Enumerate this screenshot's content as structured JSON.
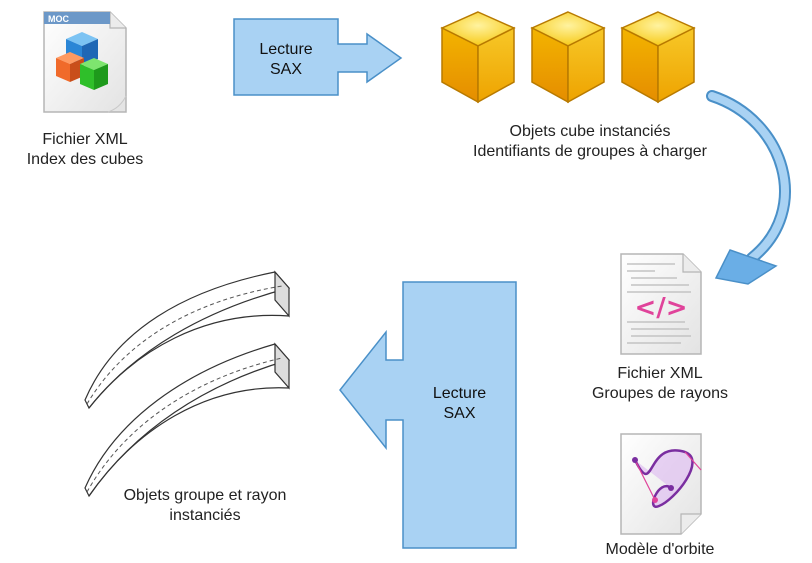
{
  "nodes": {
    "xml_cube_index": {
      "line1": "Fichier XML",
      "line2": "Index des cubes",
      "icon_tag": "MOC"
    },
    "sax_read_1": {
      "line1": "Lecture",
      "line2": "SAX"
    },
    "cube_objects": {
      "line1": "Objets cube instanciés",
      "line2": "Identifiants de groupes à charger"
    },
    "xml_ray_groups": {
      "line1": "Fichier XML",
      "line2": "Groupes de rayons"
    },
    "sax_read_2": {
      "line1": "Lecture",
      "line2": "SAX"
    },
    "group_ray_objects": {
      "line1": "Objets groupe et rayon",
      "line2": "instanciés"
    },
    "orbit_model": {
      "line1": "Modèle d'orbite"
    }
  },
  "icons": {
    "xml_cube_index": "cubes-file-icon",
    "cube_objects": "gold-cube-icon",
    "xml_ray_groups": "code-file-icon",
    "orbit_model": "bezier-file-icon",
    "group_ray_objects": "curved-ray-beams"
  },
  "colors": {
    "arrow_fill": "#a9d2f3",
    "arrow_stroke": "#4a90c8",
    "curved_arrow": "#6aaee6",
    "cube_gold": "#f5b800",
    "code_pink": "#e0439a",
    "bezier_purple": "#b06ad6"
  }
}
